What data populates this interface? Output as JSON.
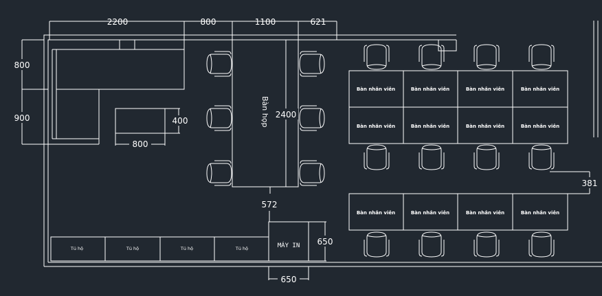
{
  "dimensions": {
    "top": [
      "2200",
      "800",
      "1100",
      "621"
    ],
    "left": [
      "800",
      "900"
    ],
    "desk_w": "800",
    "desk_h": "400",
    "table_h": "2400",
    "gap": "572",
    "right": "381",
    "printer_h": "650",
    "printer_w": "650"
  },
  "labels": {
    "meeting_table": "Bàn họp",
    "staff_desk_row1": [
      "Bàn nhân viên",
      "Bàn nhân viên",
      "Bàn nhân viên",
      "Bàn nhân viên"
    ],
    "staff_desk_row2": [
      "Bàn nhân viên",
      "Bàn nhân viên",
      "Bàn nhân viên",
      "Bàn nhân viên"
    ],
    "staff_desk_row3": [
      "Bàn nhân viên",
      "Bàn nhân viên",
      "Bàn nhân viên",
      "Bàn nhân viên"
    ],
    "cabinets": [
      "Tủ hộ",
      "Tủ hộ",
      "Tủ hộ",
      "Tủ hộ"
    ],
    "printer": "MÁY IN"
  }
}
